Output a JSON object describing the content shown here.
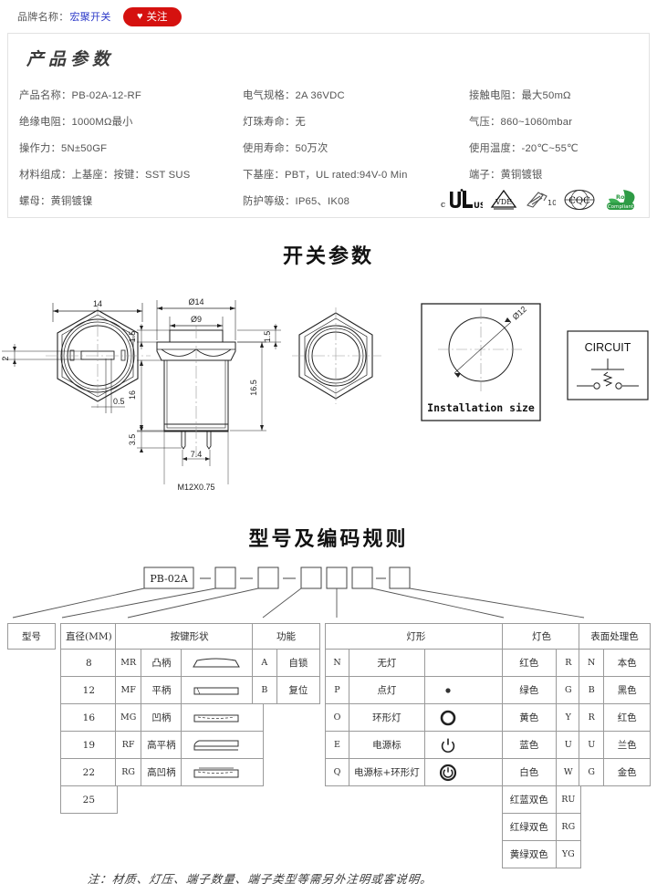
{
  "brand": {
    "label": "品牌名称：",
    "name": "宏聚开关",
    "follow_label": "关注",
    "follow_icon": "heart-icon",
    "follow_color": "#d5110f",
    "name_color": "#2b38c8"
  },
  "product_params": {
    "title": "产品参数",
    "rows": [
      [
        "产品名称：PB-02A-12-RF",
        "电气规格：2A   36VDC",
        "接触电阻：最大50mΩ"
      ],
      [
        "绝缘电阻：1000MΩ最小",
        "灯珠寿命：无",
        "气压：860~1060mbar"
      ],
      [
        "操作力：5N±50GF",
        "使用寿命：50万次",
        "使用温度：-20℃~55℃"
      ],
      [
        "材料组成：上基座：按键：SST SUS",
        "下基座：PBT，UL rated:94V-0 Min",
        "端子：黄铜镀银"
      ],
      [
        "螺母：黄铜镀镍",
        "防护等级：IP65、IK08",
        ""
      ]
    ],
    "certifications": [
      "ul-certification-logo",
      "vde-certification-logo",
      "china-rohs-10-logo",
      "cqc-certification-logo",
      "rohs-compliant-logo"
    ]
  },
  "switch_params": {
    "title": "开关参数",
    "front_view": {
      "dim_width": "14",
      "dim_slot": "2",
      "dim_small": "0.5"
    },
    "side_view": {
      "dim_outer_dia": "Ø14",
      "dim_button_dia": "Ø9",
      "dim_cap_height": "1.5",
      "dim_cap_height_right": "1.5",
      "dim_body": "16",
      "dim_total": "16.5",
      "dim_pin": "3.5",
      "dim_pin_pitch": "7.4",
      "thread": "M12X0.75"
    },
    "install": {
      "dim_hole": "Ø12",
      "caption": "Installation size"
    },
    "circuit": {
      "caption": "CIRCUIT"
    }
  },
  "model_rules": {
    "title": "型号及编码规则",
    "base_code": "PB-02A",
    "separators": [
      "—",
      "—",
      "—",
      "—"
    ],
    "tables": {
      "model": {
        "header": "型号"
      },
      "diameter": {
        "header": "直径(MM)",
        "values": [
          "8",
          "12",
          "16",
          "19",
          "22",
          "25"
        ]
      },
      "button_shape": {
        "header": "按键形状",
        "rows": [
          {
            "code": "MR",
            "name": "凸柄",
            "icon": "convex-handle-icon"
          },
          {
            "code": "MF",
            "name": "平柄",
            "icon": "flat-handle-icon"
          },
          {
            "code": "MG",
            "name": "凹柄",
            "icon": "concave-handle-icon"
          },
          {
            "code": "RF",
            "name": "高平柄",
            "icon": "tall-flat-handle-icon"
          },
          {
            "code": "RG",
            "name": "高凹柄",
            "icon": "tall-concave-handle-icon"
          }
        ]
      },
      "function": {
        "header": "功能",
        "rows": [
          {
            "code": "A",
            "name": "自锁"
          },
          {
            "code": "B",
            "name": "复位"
          }
        ]
      },
      "lamp_shape": {
        "header": "灯形",
        "rows": [
          {
            "code": "N",
            "name": "无灯",
            "icon": "none"
          },
          {
            "code": "P",
            "name": "点灯",
            "icon": "dot-lamp-icon"
          },
          {
            "code": "O",
            "name": "环形灯",
            "icon": "ring-lamp-icon"
          },
          {
            "code": "E",
            "name": "电源标",
            "icon": "power-symbol-icon"
          },
          {
            "code": "Q",
            "name": "电源标+环形灯",
            "icon": "power-ring-icon"
          }
        ]
      },
      "lamp_color": {
        "header": "灯色",
        "rows": [
          {
            "name": "红色",
            "code": "R"
          },
          {
            "name": "绿色",
            "code": "G"
          },
          {
            "name": "黄色",
            "code": "Y"
          },
          {
            "name": "蓝色",
            "code": "U"
          },
          {
            "name": "白色",
            "code": "W"
          },
          {
            "name": "红蓝双色",
            "code": "RU"
          },
          {
            "name": "红绿双色",
            "code": "RG"
          },
          {
            "name": "黄绿双色",
            "code": "YG"
          }
        ]
      },
      "surface_color": {
        "header": "表面处理色",
        "rows": [
          {
            "code": "N",
            "name": "本色"
          },
          {
            "code": "B",
            "name": "黑色"
          },
          {
            "code": "R",
            "name": "红色"
          },
          {
            "code": "U",
            "name": "兰色"
          },
          {
            "code": "G",
            "name": "金色"
          }
        ]
      }
    }
  },
  "footer": {
    "note": "注：材质、灯压、端子数量、端子类型等需另外注明或客说明。"
  }
}
